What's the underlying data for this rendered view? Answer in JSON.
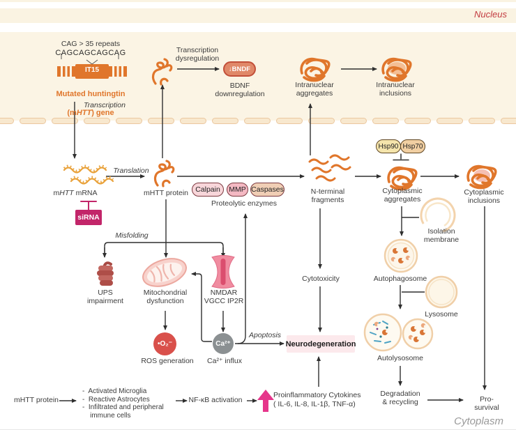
{
  "regions": {
    "nucleus": "Nucleus",
    "cytoplasm": "Cytoplasm"
  },
  "colors": {
    "orange": "#E0762B",
    "nucleus_cream": "#FBF4E4",
    "membrane_fill": "#F8E8CE",
    "membrane_stroke": "#EBC79F",
    "nucleus_label_red": "#C23B40",
    "sirna_magenta": "#C22569",
    "cytokine_arrow_pink": "#E6368B",
    "ros_red": "#D9504B",
    "ca_gray": "#8B9092",
    "neurodegeneration_bg": "#FCE9EC",
    "bdnf_pill_fill": "#E08868"
  },
  "nucleus": {
    "gene": {
      "repeats_note": "CAG > 35 repeats",
      "repeat_sequence": "CAGCAGCAGCAG",
      "gene_name": "IT15",
      "caption_line1": "Mutated huntingtin",
      "caption_line2_prefix": "(m",
      "caption_line2_italic": "HTT",
      "caption_line2_suffix": ") gene",
      "process": "Transcription"
    },
    "dysregulation": {
      "label": "Transcription\ndysregulation",
      "bdnf_pill": "↓BNDF",
      "caption": "BDNF\ndownregulation"
    },
    "intranuclear_aggregates": "Intranuclear\naggregates",
    "intranuclear_inclusions": "Intranuclear\ninclusions"
  },
  "translation_row": {
    "mrna_prefix": "m",
    "mrna_italic": "HTT",
    "mrna_suffix": " mRNA",
    "translation": "Translation",
    "protein": "mHTT protein",
    "sirna": "siRNA",
    "enzymes": {
      "calpain": "Calpain",
      "mmp": "MMP",
      "caspases": "Caspases",
      "caption": "Proteolytic enzymes"
    },
    "fragments": "N-terminal\nfragments",
    "hsp90": "Hsp90",
    "hsp70": "Hsp70",
    "cytoplasmic_aggregates": "Cytoplasmic\naggregates",
    "cytoplasmic_inclusions": "Cytoplasmic\ninclusions"
  },
  "misfolding_branch": {
    "label": "Misfolding",
    "ups": "UPS\nimpairment",
    "mitochondria": "Mitochondrial\ndysfunction",
    "receptors": "NMDAR\nVGCC IP2R",
    "ros_badge": "•O₂⁻",
    "ros_caption": "ROS generation",
    "ca_badge": "Ca²⁺",
    "ca_caption": "Ca²⁺ influx",
    "apoptosis": "Apoptosis",
    "cytotoxicity": "Cytotoxicity",
    "neurodegeneration": "Neurodegeneration"
  },
  "autophagy": {
    "isolation_membrane": "Isolation\nmembrane",
    "autophagosome": "Autophagosome",
    "lysosome": "Lysosome",
    "autolysosome": "Autolysosome",
    "degradation": "Degradation\n& recycling",
    "pro_survival": "Pro-survival"
  },
  "inflammation": {
    "protein": "mHTT protein",
    "cells": "-  Activated Microglia\n-  Reactive Astrocytes\n-  Infiltrated and peripheral\n    immune cells",
    "nfkb": "NF-κB activation",
    "cytokines_title": "Proinflammatory Cytokines",
    "cytokines_list": "( IL-6, IL-8, IL-1β, TNF-α)"
  }
}
